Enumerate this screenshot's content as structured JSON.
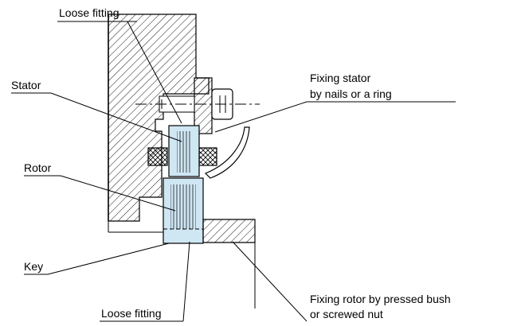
{
  "labels": {
    "loose_fitting_top": "Loose fitting",
    "stator": "Stator",
    "rotor": "Rotor",
    "key": "Key",
    "loose_fitting_bottom": "Loose fitting",
    "fixing_stator_line1": "Fixing stator",
    "fixing_stator_line2": "by nails or a ring",
    "fixing_rotor_line1": "Fixing rotor by pressed bush",
    "fixing_rotor_line2": "or screwed nut"
  },
  "colors": {
    "part_fill": "#cfe6f3",
    "line": "#000000",
    "background": "#ffffff"
  }
}
